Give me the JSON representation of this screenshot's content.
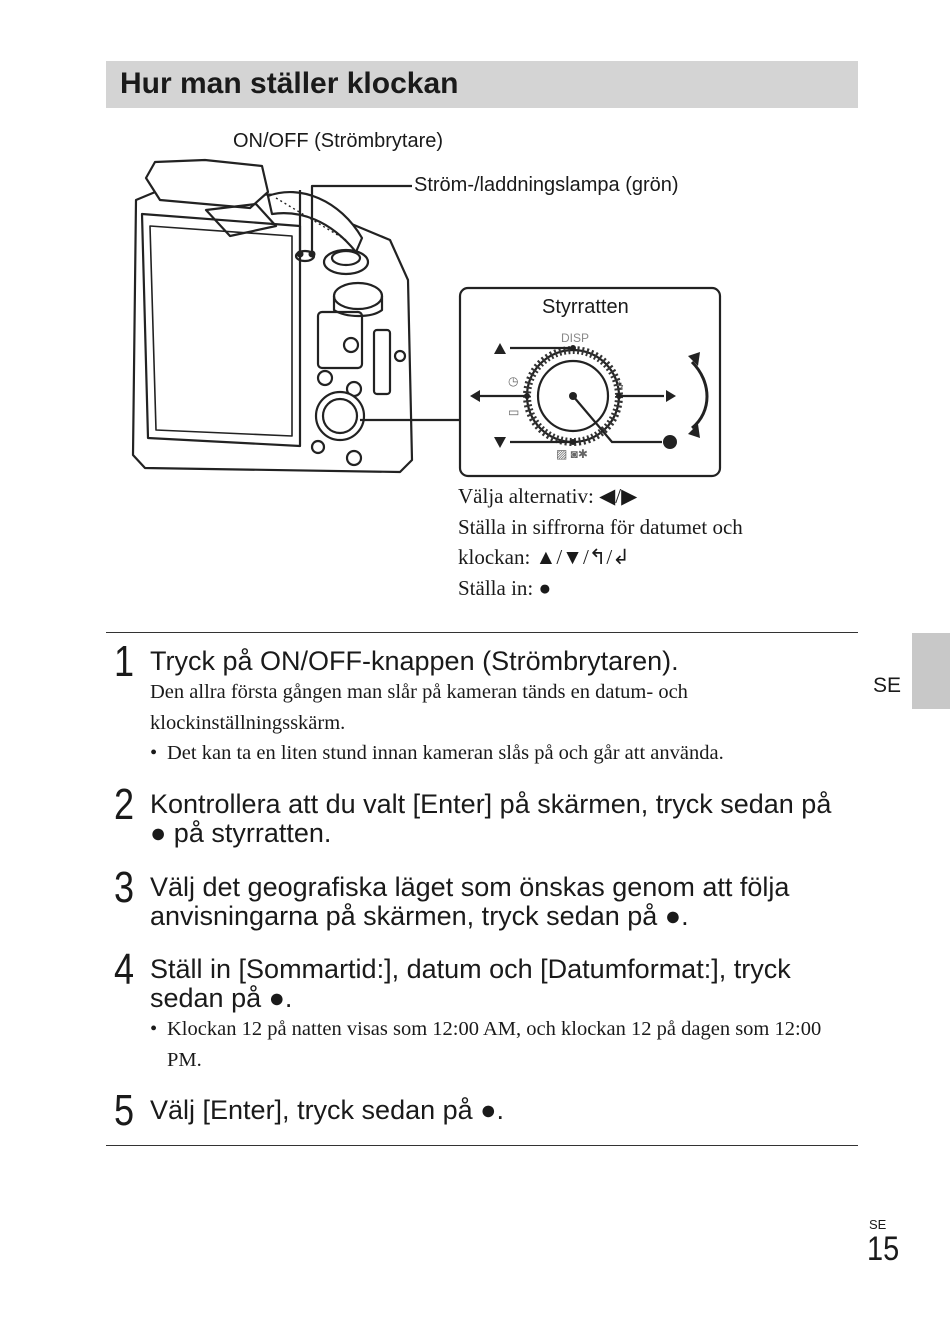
{
  "heading": "Hur man ställer klockan",
  "diagram": {
    "label_onoff": "ON/OFF (Strömbrytare)",
    "label_lamp": "Ström-/laddningslampa (grön)",
    "label_wheel": "Styrratten",
    "label_disp": "DISP"
  },
  "caption": {
    "line1": "Välja alternativ: ◀/▶",
    "line2": "Ställa in siffrorna för datumet och",
    "line3": "klockan: ▲/▼/↰/↲",
    "line4": "Ställa in: ●"
  },
  "steps": [
    {
      "num": "1",
      "heading": "Tryck på ON/OFF-knappen (Strömbrytaren).",
      "body": "Den allra första gången man slår på kameran tänds en datum- och klockinställningsskärm.",
      "bullet": "Det kan ta en liten stund innan kameran slås på och går att använda."
    },
    {
      "num": "2",
      "heading": "Kontrollera att du valt [Enter] på skärmen, tryck sedan på ● på styrratten."
    },
    {
      "num": "3",
      "heading": "Välj det geografiska läget som önskas genom att följa anvisningarna på skärmen, tryck sedan på ●."
    },
    {
      "num": "4",
      "heading": "Ställ in [Sommartid:], datum och [Datumformat:], tryck sedan på ●.",
      "bullet": "Klockan 12 på natten visas som 12:00 AM, och klockan 12 på dagen som 12:00 PM."
    },
    {
      "num": "5",
      "heading": "Välj [Enter], tryck sedan på ●."
    }
  ],
  "side_tab": "SE",
  "page_label": "SE",
  "page_number": "15"
}
